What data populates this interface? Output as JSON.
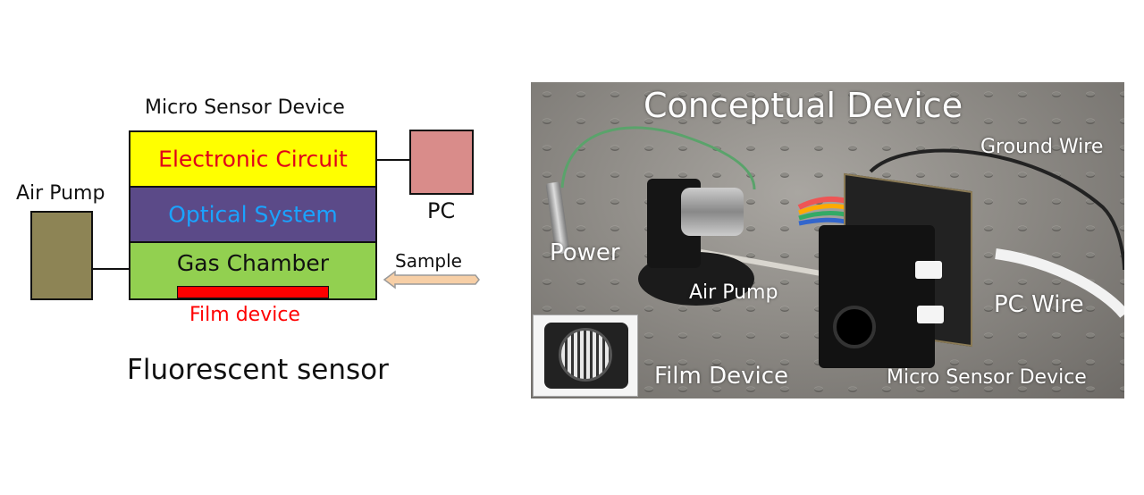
{
  "diagram": {
    "micro_sensor_label": "Micro Sensor Device",
    "layers": {
      "electronic_circuit": "Electronic Circuit",
      "optical_system": "Optical System",
      "gas_chamber": "Gas Chamber"
    },
    "film_device_label": "Film device",
    "air_pump_label": "Air Pump",
    "pc_label": "PC",
    "sample_label": "Sample",
    "caption": "Fluorescent sensor",
    "colors": {
      "electronic_circuit_fill": "#ffff00",
      "electronic_circuit_text": "#e0001a",
      "optical_system_fill": "#5b4a88",
      "optical_system_text": "#1aa3ff",
      "gas_chamber_fill": "#92d050",
      "film_fill": "#ff0000",
      "film_text": "#ff0000",
      "air_pump_fill": "#8d8455",
      "pc_fill": "#d98c8a",
      "sample_arrow_fill": "#f7cfa6"
    }
  },
  "photo": {
    "title": "Conceptual Device",
    "labels": {
      "ground_wire": "Ground Wire",
      "power": "Power",
      "air_pump": "Air Pump",
      "pc_wire": "PC Wire",
      "film_device": "Film Device",
      "micro_sensor_device": "Micro Sensor Device"
    }
  }
}
